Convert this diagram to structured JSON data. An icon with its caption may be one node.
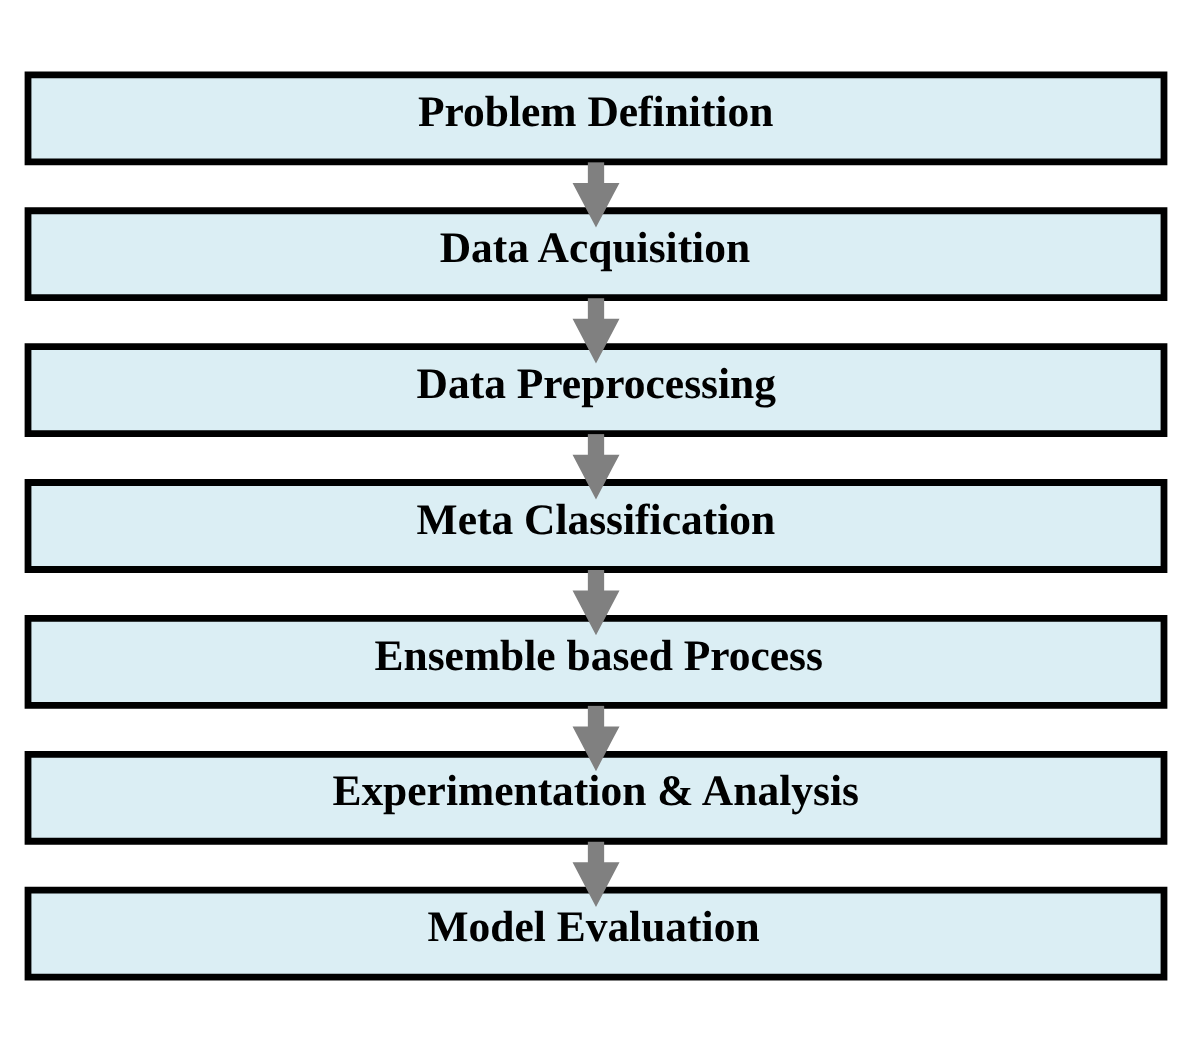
{
  "diagram": {
    "nodes": [
      {
        "text": [
          "Problem Definition"
        ]
      },
      {
        "text": [
          "Data Acquisition"
        ]
      },
      {
        "text": [
          "Data Preprocessing"
        ]
      },
      {
        "text": [
          "Meta Classification"
        ]
      },
      {
        "text": [
          "Ensemble based Process"
        ]
      },
      {
        "text": [
          "Experimentation & Analysis"
        ]
      },
      {
        "text": [
          "Model Evaluation"
        ]
      }
    ],
    "edges": [
      {
        "from": 0,
        "to": 1,
        "arrow": "to"
      },
      {
        "from": 1,
        "to": 2,
        "arrow": "to"
      },
      {
        "from": 2,
        "to": 3,
        "arrow": "to"
      },
      {
        "from": 3,
        "to": 4,
        "arrow": "to"
      },
      {
        "from": 4,
        "to": 5,
        "arrow": "to"
      },
      {
        "from": 5,
        "to": 6,
        "arrow": "to"
      }
    ]
  }
}
